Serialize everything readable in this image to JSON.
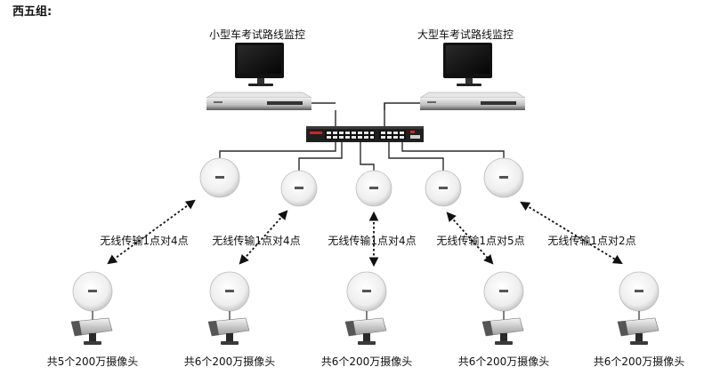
{
  "group_title": "西五组:",
  "monitors": [
    {
      "label": "小型车考试路线监控"
    },
    {
      "label": "大型车考试路线监控"
    }
  ],
  "wireless_links": [
    {
      "label": "无线传输1点对4点"
    },
    {
      "label": "无线传输1点对4点"
    },
    {
      "label": "无线传输1点对4点"
    },
    {
      "label": "无线传输1点对5点"
    },
    {
      "label": "无线传输1点对2点"
    }
  ],
  "camera_groups": [
    {
      "label": "共5个200万摄像头"
    },
    {
      "label": "共6个200万摄像头"
    },
    {
      "label": "共6个200万摄像头"
    },
    {
      "label": "共6个200万摄像头"
    },
    {
      "label": "共6个200万摄像头"
    }
  ],
  "colors": {
    "line": "#2b2b2b",
    "device_dark": "#1f1f1f",
    "device_silver": "#d9d9d9",
    "access_point": "#f2f2f2",
    "port_red": "#c62828"
  }
}
